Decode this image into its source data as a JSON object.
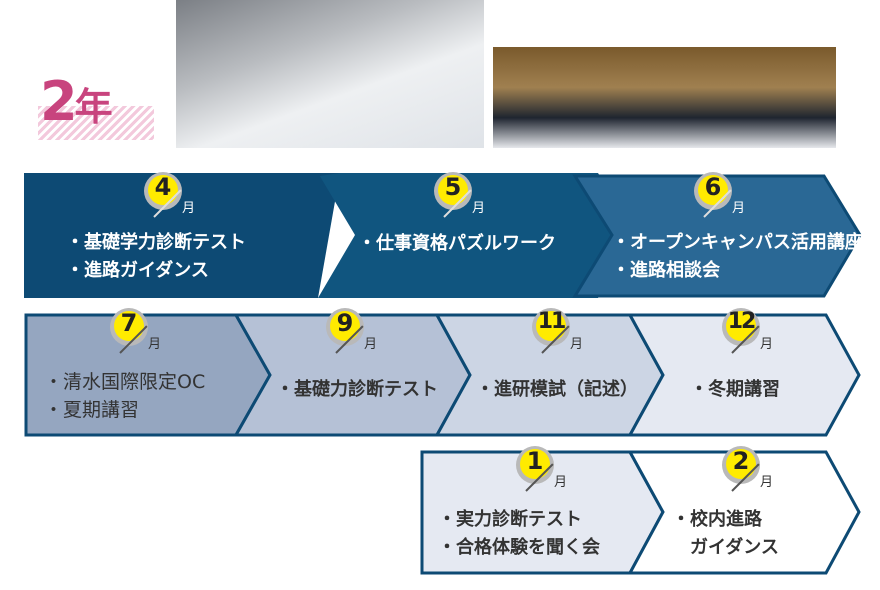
{
  "grade": {
    "number": "2",
    "unit": "年"
  },
  "colors": {
    "row1": [
      "#0d4a74",
      "#10557f",
      "#2a6895"
    ],
    "row2": [
      "#95a6c0",
      "#b5c1d6",
      "#ccd5e4",
      "#e5e9f2"
    ],
    "row3": [
      "#e5e9f2",
      "#ffffff"
    ],
    "border": "#0d4a74",
    "badge": "#ffeb00"
  },
  "month_unit": "月",
  "months": [
    {
      "month": "4",
      "items": [
        "・基礎学力診断テスト",
        "・進路ガイダンス"
      ]
    },
    {
      "month": "5",
      "items": [
        "・仕事資格パズルワーク"
      ]
    },
    {
      "month": "6",
      "items": [
        "・オープンキャンパス活用講座",
        "・進路相談会"
      ]
    },
    {
      "month": "7",
      "items": [
        "・清水国際限定OC",
        "・夏期講習"
      ]
    },
    {
      "month": "9",
      "items": [
        "・基礎力診断テスト"
      ]
    },
    {
      "month": "11",
      "items": [
        "・進研模試（記述）"
      ]
    },
    {
      "month": "12",
      "items": [
        "・冬期講習"
      ]
    },
    {
      "month": "1",
      "items": [
        "・実力診断テスト",
        "・合格体験を聞く会"
      ]
    },
    {
      "month": "2",
      "items": [
        "・校内進路",
        "　ガイダンス"
      ]
    }
  ]
}
